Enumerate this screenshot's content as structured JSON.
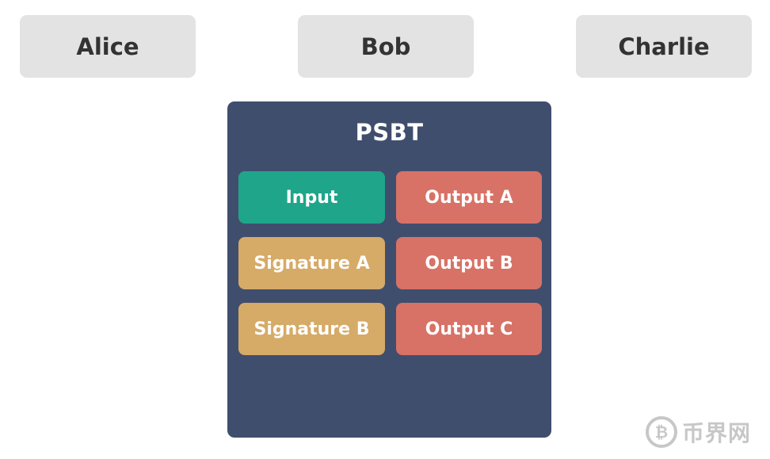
{
  "parties": {
    "alice": "Alice",
    "bob": "Bob",
    "charlie": "Charlie"
  },
  "psbt": {
    "title": "PSBT",
    "left_column": [
      {
        "label": "Input",
        "color": "#1fa58a"
      },
      {
        "label": "Signature A",
        "color": "#d6aa67"
      },
      {
        "label": "Signature B",
        "color": "#d6aa67"
      }
    ],
    "right_column": [
      {
        "label": "Output A",
        "color": "#d87266"
      },
      {
        "label": "Output B",
        "color": "#d87266"
      },
      {
        "label": "Output C",
        "color": "#d87266"
      }
    ],
    "panel_color": "#404e6e"
  },
  "watermark": {
    "icon": "bitcoin-icon",
    "text": "币界网"
  }
}
